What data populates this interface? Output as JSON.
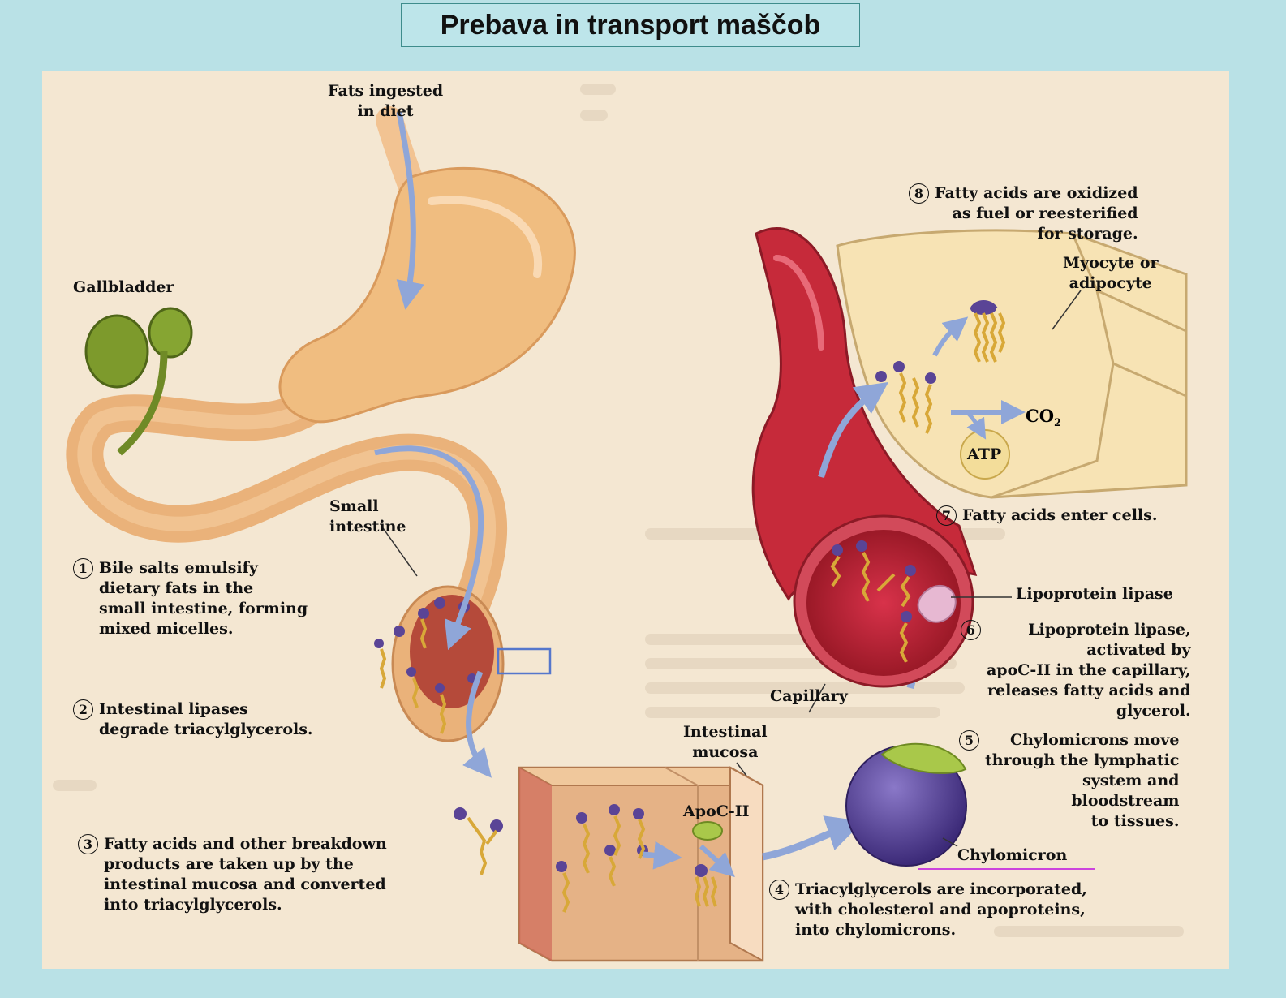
{
  "title": "Prebava in transport maščob",
  "labels": {
    "fats_ingested": "Fats ingested\nin diet",
    "gallbladder": "Gallbladder",
    "small_intestine": "Small\nintestine",
    "step1": "Bile salts emulsify\ndietary fats in the\nsmall intestine, forming\nmixed micelles.",
    "step2": "Intestinal lipases\ndegrade triacylglycerols.",
    "step3": "Fatty acids and other breakdown\nproducts are taken up by the\nintestinal mucosa and converted\ninto triacylglycerols.",
    "intestinal_mucosa": "Intestinal\nmucosa",
    "apoc2": "ApoC-II",
    "step4": "Triacylglycerols are incorporated,\nwith cholesterol and apoproteins,\ninto chylomicrons.",
    "chylomicron": "Chylomicron",
    "step5": "Chylomicrons move\nthrough the lymphatic\nsystem and\nbloodstream\nto tissues.",
    "capillary": "Capillary",
    "lipoprotein_lipase": "Lipoprotein lipase",
    "step6": "Lipoprotein lipase,\nactivated by\napoC-II in the capillary,\nreleases fatty acids and\nglycerol.",
    "step7": "Fatty acids enter cells.",
    "step8": "Fatty acids are oxidized\nas fuel or reesterified\nfor storage.",
    "myocyte": "Myocyte or\nadipocyte",
    "co2_main": "CO",
    "co2_sub": "2",
    "atp": "ATP"
  },
  "step_numbers": [
    "1",
    "2",
    "3",
    "4",
    "5",
    "6",
    "7",
    "8"
  ],
  "colors": {
    "background": "#b9e1e6",
    "panel": "#f4e7d2",
    "stomach": "#f0bd80",
    "gallbladder": "#7d9a2c",
    "capillary": "#c62a3a",
    "chylomicron": "#5a4496",
    "arrow": "#8fa6d8",
    "underline": "#cc44dd"
  }
}
